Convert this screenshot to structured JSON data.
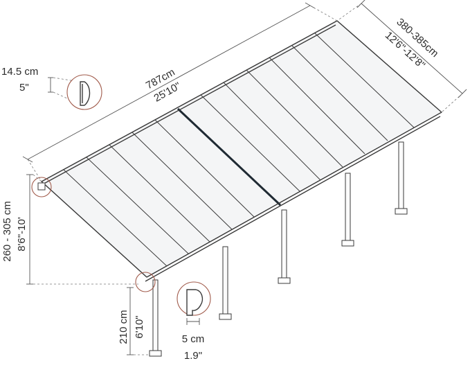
{
  "dimensions": {
    "length": {
      "metric": "787cm",
      "imperial": "25'10\""
    },
    "width": {
      "metric": "380-385cm",
      "imperial": "12'6\"-12'8\""
    },
    "gutter_height": {
      "metric": "14.5 cm",
      "imperial": "5\""
    },
    "wall_height": {
      "metric": "260 - 305 cm",
      "imperial": "8'6\"-10'"
    },
    "post_height": {
      "metric": "210 cm",
      "imperial": "6'10\""
    },
    "post_width": {
      "metric": "5 cm",
      "imperial": "1.9\""
    }
  },
  "colors": {
    "frame": "#3a3a3a",
    "panel": "#f4f5f6",
    "callout_circle": "#a05a4a",
    "center_seam": "#1f2a33"
  }
}
